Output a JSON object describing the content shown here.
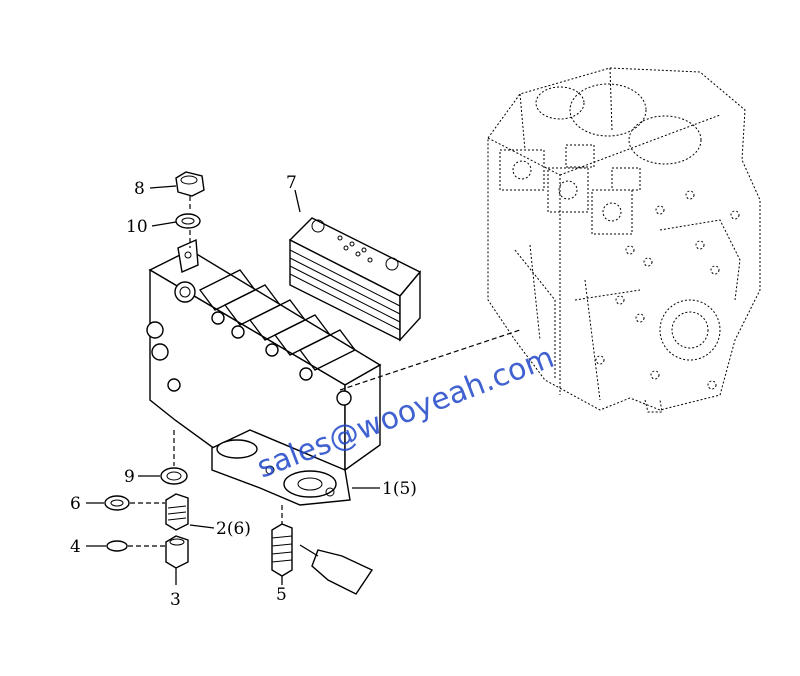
{
  "watermark": "sales@wooyeah.com",
  "callouts": [
    {
      "id": "8",
      "text": "8"
    },
    {
      "id": "10",
      "text": "10"
    },
    {
      "id": "7",
      "text": "7"
    },
    {
      "id": "9",
      "text": "9"
    },
    {
      "id": "6",
      "text": "6"
    },
    {
      "id": "4",
      "text": "4"
    },
    {
      "id": "3",
      "text": "3"
    },
    {
      "id": "2",
      "text": "2(6)"
    },
    {
      "id": "1",
      "text": "1(5)"
    },
    {
      "id": "5",
      "text": "5"
    }
  ]
}
